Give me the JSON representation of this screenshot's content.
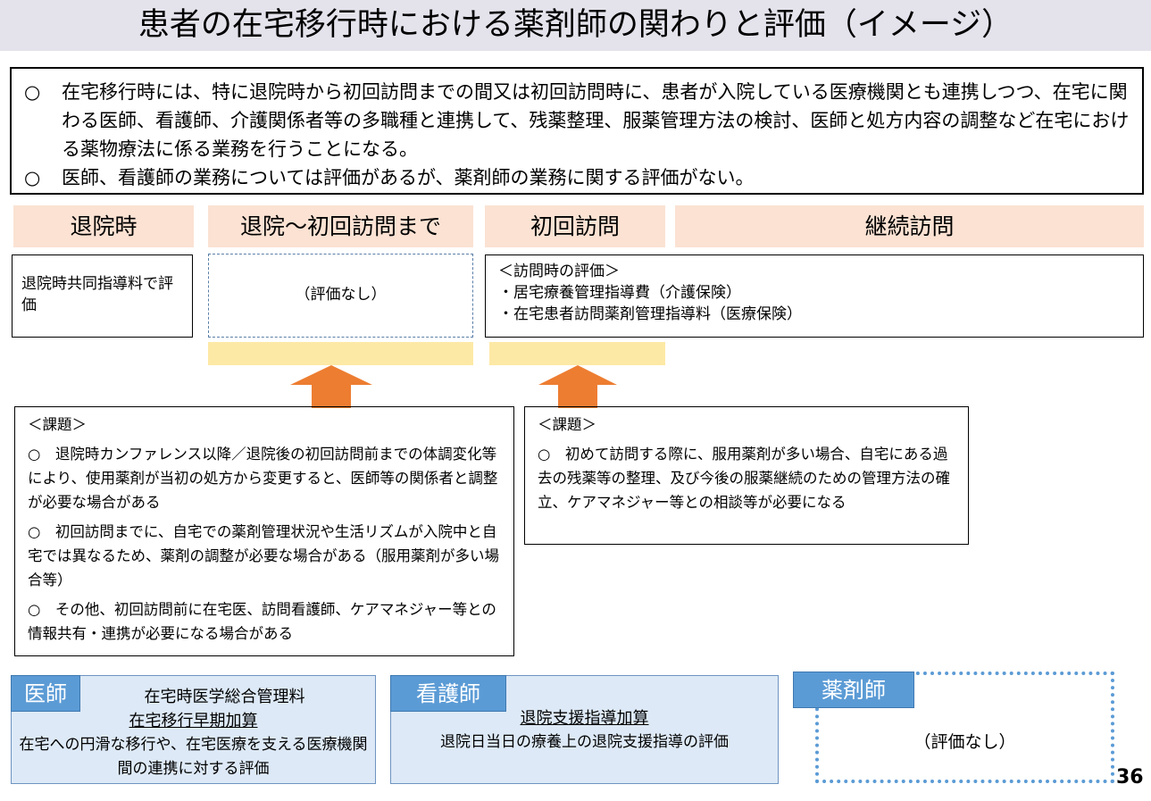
{
  "title": "患者の在宅移行時における薬剤師の関わりと評価（イメージ）",
  "summary": {
    "bullet": "○",
    "items": [
      "在宅移行時には、特に退院時から初回訪問までの間又は初回訪問時に、患者が入院している医療機関とも連携しつつ、在宅に関わる医師、看護師、介護関係者等の多職種と連携して、残薬整理、服薬管理方法の検討、医師と処方内容の調整など在宅における薬物療法に係る業務を行うことになる。",
      "医師、看護師の業務については評価があるが、薬剤師の業務に関する評価がない。"
    ]
  },
  "phases": [
    "退院時",
    "退院～初回訪問まで",
    "初回訪問",
    "継続訪問"
  ],
  "discharge_box": "退院時共同指導料で評価",
  "no_eval": "（評価なし）",
  "visit_box": {
    "heading": "＜訪問時の評価＞",
    "items": [
      "・居宅療養管理指導費（介護保険）",
      "・在宅患者訪問薬剤管理指導料（医療保険）"
    ]
  },
  "issues_left": {
    "heading": "＜課題＞",
    "items": [
      "○　退院時カンファレンス以降／退院後の初回訪問前までの体調変化等により、使用薬剤が当初の処方から変更すると、医師等の関係者と調整が必要な場合がある",
      "○　初回訪問までに、自宅での薬剤管理状況や生活リズムが入院中と自宅では異なるため、薬剤の調整が必要な場合がある（服用薬剤が多い場合等）",
      "○　その他、初回訪問前に在宅医、訪問看護師、ケアマネジャー等との情報共有・連携が必要になる場合がある"
    ]
  },
  "issues_right": {
    "heading": "＜課題＞",
    "items": [
      "○　初めて訪問する際に、服用薬剤が多い場合、自宅にある過去の残薬等の整理、及び今後の服薬継続のための管理方法の確立、ケアマネジャー等との相談等が必要になる"
    ]
  },
  "doctor": {
    "tag": "医師",
    "line1": "在宅時医学総合管理料",
    "line2": "在宅移行早期加算",
    "desc": "在宅への円滑な移行や、在宅医療を支える医療機関間の連携に対する評価"
  },
  "nurse": {
    "tag": "看護師",
    "line1": "退院支援指導加算",
    "desc": "退院日当日の療養上の退院支援指導の評価"
  },
  "pharmacist": {
    "tag": "薬剤師",
    "desc": "（評価なし）"
  },
  "page_number": "36",
  "colors": {
    "header": "#fbe2d3",
    "yellow": "#fde9a6",
    "arrow": "#ed7d31",
    "tag": "#5b9bd5",
    "role_bg": "#dde9f6"
  }
}
